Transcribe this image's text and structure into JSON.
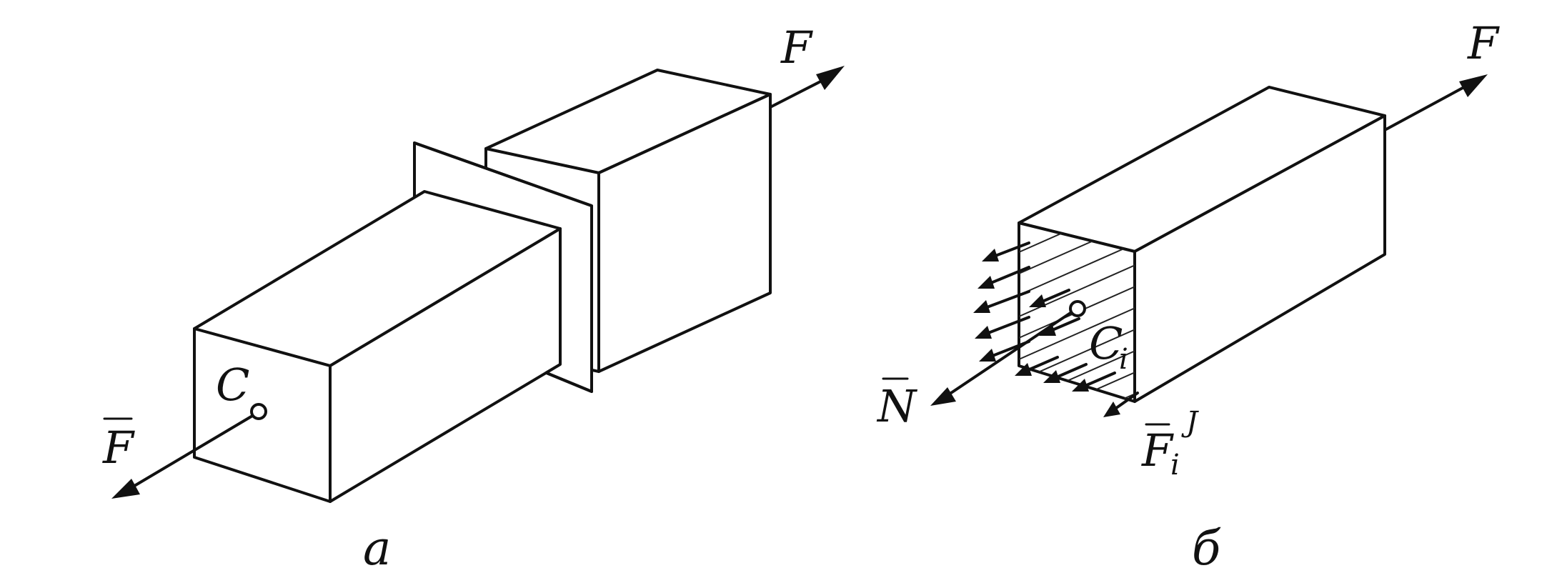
{
  "figure_a": {
    "force_right": "F",
    "force_left": "F",
    "centroid": "C",
    "caption": "a"
  },
  "figure_b": {
    "force_right": "F",
    "normal_force": "N",
    "internal_force": "F",
    "internal_force_sub": "i",
    "internal_force_sup": "J",
    "centroid": "C",
    "centroid_sub": "i",
    "caption": "б"
  }
}
